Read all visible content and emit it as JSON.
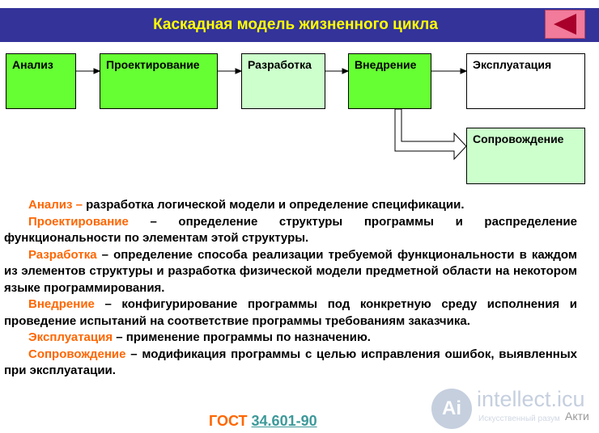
{
  "title": "Каскадная модель жизненного цикла",
  "nav": {
    "back_icon": "triangle-left-icon"
  },
  "stages": [
    {
      "label": "Анализ",
      "color": "#66ff33"
    },
    {
      "label": "Проектирование",
      "color": "#66ff33"
    },
    {
      "label": "Разработка",
      "color": "#ccffcc"
    },
    {
      "label": "Внедрение",
      "color": "#66ff33"
    },
    {
      "label": "Эксплуатация",
      "color": "#ffffff"
    },
    {
      "label": "Сопровождение",
      "color": "#ccffcc"
    }
  ],
  "definitions": [
    {
      "term": "Анализ –",
      "text": " разработка логической модели и определение спецификации."
    },
    {
      "term": "Проектирование",
      "text": " – определение структуры программы и распределение функциональности по элементам этой структуры."
    },
    {
      "term": "Разработка",
      "text": " – определение способа реализации требуемой функциональности в каждом из элементов структуры и разработка  физической модели предметной области на некотором языке программирования."
    },
    {
      "term": "Внедрение",
      "text": " – конфигурирование программы под конкретную среду исполнения и проведение испытаний на соответствие программы требованиям заказчика."
    },
    {
      "term": "Эксплуатация",
      "text": " – применение программы по назначению."
    },
    {
      "term": "Сопровождение",
      "text": " – модификация программы с целью исправления ошибок, выявленных при эксплуатации."
    }
  ],
  "footer": {
    "gost_label": "ГОСТ",
    "gost_number": "34.601-90"
  },
  "watermark": {
    "logo": "Ai",
    "brand": "intellect.icu",
    "sub": "Искусственный разум",
    "corner": "Акти"
  },
  "colors": {
    "title_bg": "#33339a",
    "title_text": "#ffff00",
    "term": "#ff6600",
    "link": "#3d9999"
  }
}
